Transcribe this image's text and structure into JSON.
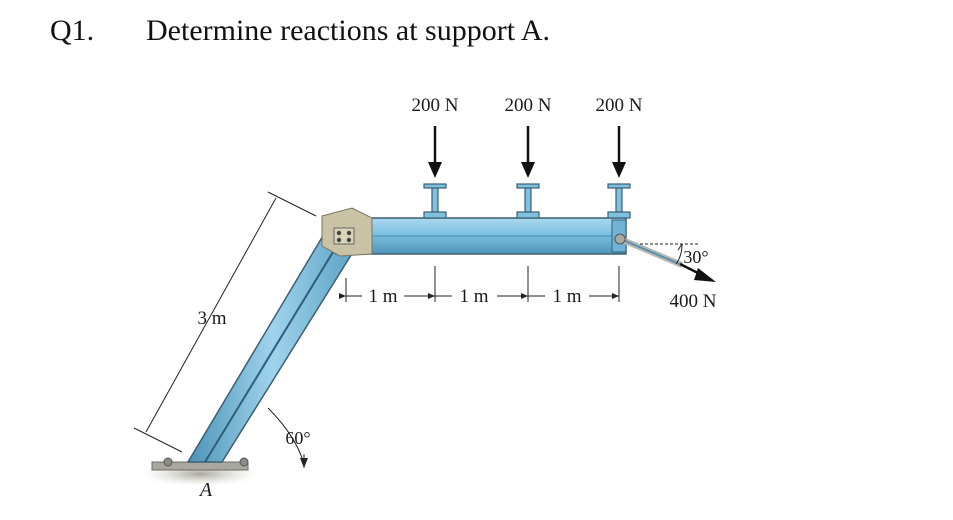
{
  "question": {
    "number": "Q1.",
    "text": "Determine reactions at support A."
  },
  "figure": {
    "loads": [
      {
        "label": "200 N"
      },
      {
        "label": "200 N"
      },
      {
        "label": "200 N"
      }
    ],
    "spacing_labels": [
      "1 m",
      "1 m",
      "1 m"
    ],
    "inclined_length_label": "3 m",
    "base_angle_label": "60°",
    "end_force_angle_label": "30°",
    "end_force_label": "400 N",
    "support_label": "A",
    "colors": {
      "member_fill": "#79bfe0",
      "member_light": "#b8e0f2",
      "member_edge": "#3d5f72",
      "ground": "#9a9a8e"
    }
  }
}
